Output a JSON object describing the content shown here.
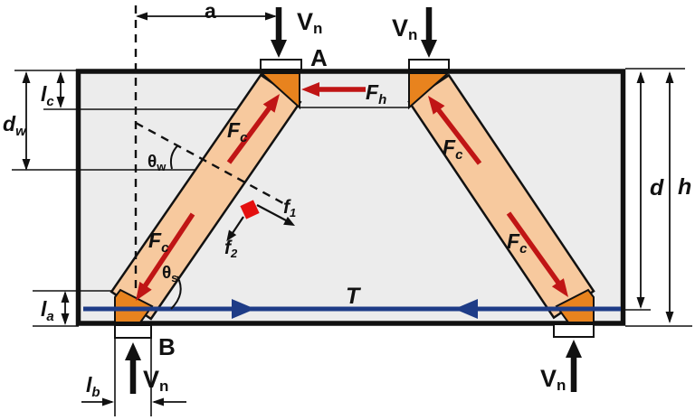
{
  "figure": {
    "description": "Strut-and-tie model of a deep beam with inclined compression struts, top horizontal strut, bottom tension tie, bearing plates and dimension lines"
  },
  "colors": {
    "background": "#ffffff",
    "beam_fill": "#ececec",
    "outline_black": "#111111",
    "strut_fill": "#f7c99e",
    "node_fill": "#e8831e",
    "arrow_red": "#c01515",
    "square_red": "#e41010",
    "tie_blue": "#1e3c87",
    "plate_fill": "#ffffff"
  },
  "labels": {
    "shear_main": "V",
    "shear_sub": "n",
    "span_a": "a",
    "node_a": "A",
    "node_b": "B",
    "strut_force_main": "F",
    "strut_force_sub": "c",
    "horiz_force_main": "F",
    "horiz_force_sub": "h",
    "tie_force": "T",
    "stress_main": "f",
    "stress1_sub": "1",
    "stress2_sub": "2",
    "theta_main": "θ",
    "theta_w_sub": "w",
    "theta_s_sub": "s",
    "len_main": "l",
    "len_c_sub": "c",
    "len_a_sub": "a",
    "len_b_sub": "b",
    "dw_main": "d",
    "dw_sub": "w",
    "depth_d": "d",
    "height_h": "h"
  }
}
